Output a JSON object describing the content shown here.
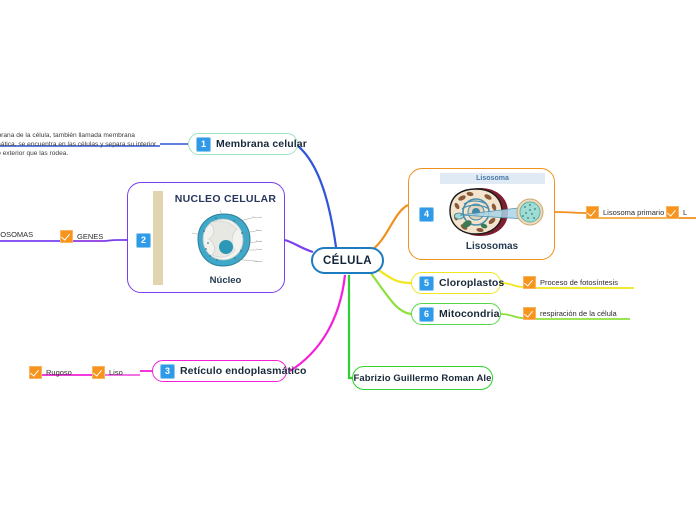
{
  "mindmap": {
    "central": {
      "label": "CÉLULA",
      "color": "#1f7bbf"
    },
    "nodes": [
      {
        "id": "membrana",
        "number": "1",
        "label": "Membrana celular",
        "color": "#9fe3c0",
        "branch_color": "#2f56d8"
      },
      {
        "id": "nucleo",
        "number": "2",
        "label": "Núcleo",
        "image_title": "NUCLEO CELULAR",
        "color": "#7a3ff0",
        "branch_color": "#7a3ff0"
      },
      {
        "id": "reticulo",
        "number": "3",
        "label": "Retículo endoplasmático",
        "color": "#f320d8",
        "branch_color": "#f320d8"
      },
      {
        "id": "lisosomas",
        "number": "4",
        "label": "Lisosomas",
        "image_title": "Lisosoma",
        "color": "#f0901e",
        "branch_color": "#f0901e"
      },
      {
        "id": "cloroplastos",
        "number": "5",
        "label": "Cloroplastos",
        "color": "#f2e61d",
        "branch_color": "#f2e61d"
      },
      {
        "id": "mitocondria",
        "number": "6",
        "label": "Mitocondria",
        "color": "#56d64a",
        "branch_color": "#8ee03c"
      },
      {
        "id": "author",
        "label": "Fabrizio Guillermo Roman Ale",
        "color": "#2fd02f",
        "branch_color": "#2fd02f"
      }
    ],
    "descriptions": {
      "membrana": [
        "mbrana de la célula, también llamada membrana",
        "smática, se encuentra en las células y separa su interior",
        "dio exterior que las rodea."
      ]
    },
    "leaves": {
      "cromosomas": "MOSOMAS",
      "genes": "GENES",
      "rugoso": "Rugoso",
      "liso": "Liso",
      "lisosoma_primario": "Lisosoma primario",
      "lisosoma_secundario": "L",
      "fotosintesis": "Proceso de fotosíntesis",
      "respiracion": "respiración de la célula"
    }
  }
}
